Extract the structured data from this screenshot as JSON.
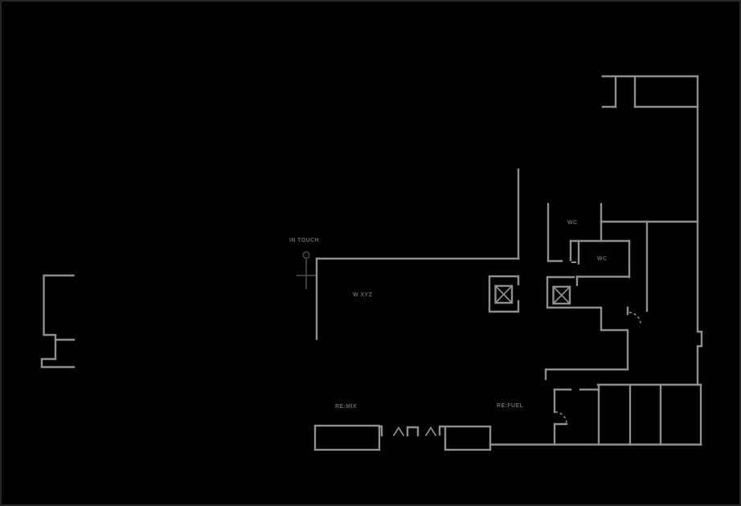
{
  "plan": {
    "labels": {
      "in_touch": "IN TOUCH",
      "w_xyz": "W XYZ",
      "wc_upper": "WC",
      "wc_lower": "WC",
      "re_mix": "RE:MIX",
      "re_fuel": "RE:FUEL"
    },
    "colors": {
      "background": "#000000",
      "wall": "#8f8f8f",
      "label_text": "#686868",
      "pin": "#3d3d3d",
      "door_leaf": "#c8c8c8",
      "border": "#262626"
    }
  }
}
